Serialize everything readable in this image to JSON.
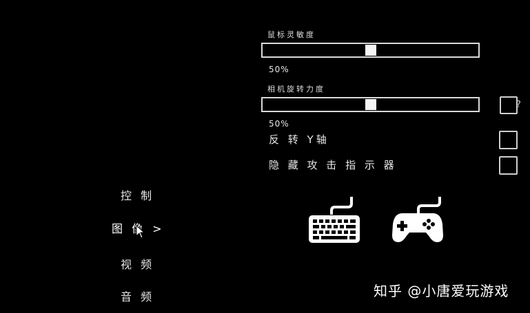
{
  "settings": {
    "mouse_sensitivity": {
      "label": "鼠标灵敏度",
      "value_text": "50%",
      "value": 0.5
    },
    "camera_rotation": {
      "label": "相机旋转力度",
      "value_text": "50%",
      "value": 0.5
    },
    "invert_y": {
      "label": "反 转 Y轴",
      "checked": false
    },
    "hide_attack_indicator": {
      "label": "隐 藏 攻 击 指 示 器",
      "checked": false
    }
  },
  "menu": {
    "items": [
      {
        "label": "控 制"
      },
      {
        "label": "图 像",
        "arrow": ">"
      },
      {
        "label": "视 频"
      },
      {
        "label": "音 频"
      }
    ]
  },
  "icons": {
    "keyboard": "keyboard-icon",
    "gamepad": "gamepad-icon",
    "cursor": "mouse-cursor-icon"
  },
  "watermark": "知乎 @小唐爱玩游戏"
}
